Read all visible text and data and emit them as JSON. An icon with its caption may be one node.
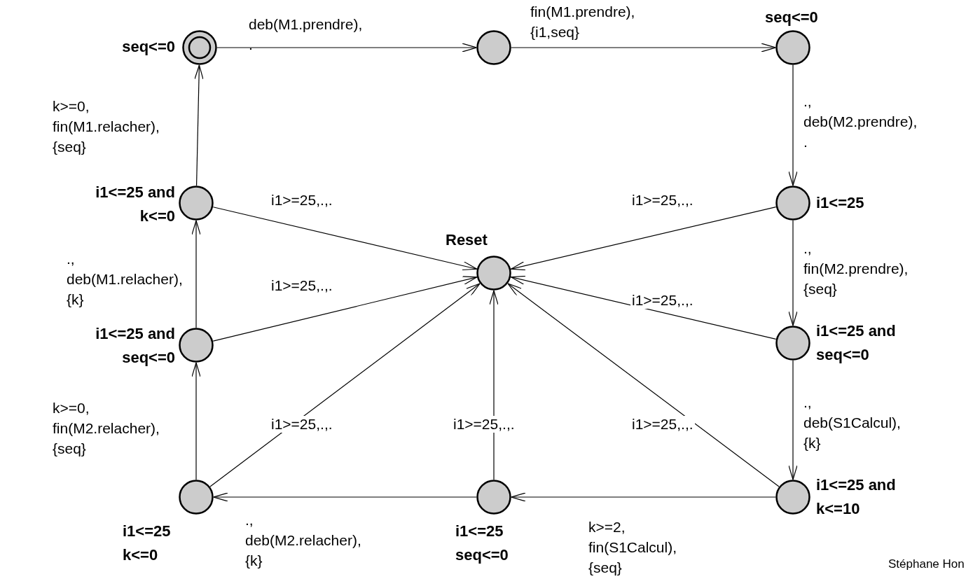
{
  "diagram": {
    "nodes": [
      {
        "text": [],
        "shape": "circle",
        "beside": [
          "seq<=0"
        ]
      },
      {
        "text": [],
        "shape": "circle"
      },
      {
        "text": [],
        "shape": "circle",
        "beside": [
          "seq<=0"
        ]
      },
      {
        "text": [],
        "shape": "circle",
        "beside": [
          "i1<=25"
        ]
      },
      {
        "text": [],
        "shape": "circle",
        "beside": [
          "i1<=25 and seq<=0"
        ]
      },
      {
        "text": [],
        "shape": "circle",
        "beside": [
          "i1<=25 and k<=10"
        ]
      },
      {
        "text": [],
        "shape": "circle",
        "beside": [
          "i1<=25 seq<=0"
        ]
      },
      {
        "text": [],
        "shape": "circle",
        "beside": [
          "i1<=25 k<=0"
        ]
      },
      {
        "text": [],
        "shape": "circle",
        "beside": [
          "i1<=25 and seq<=0"
        ]
      },
      {
        "text": [],
        "shape": "circle",
        "beside": [
          "i1<=25 and k<=0"
        ]
      },
      {
        "text": [
          "Reset"
        ]
      }
    ],
    "edges": [
      {
        "from": 0,
        "to": 1,
        "arrow": "to",
        "label": "deb(M1.prendre), ."
      },
      {
        "from": 1,
        "to": 2,
        "arrow": "to",
        "label": "fin(M1.prendre), {i1,seq}"
      },
      {
        "from": 2,
        "to": 3,
        "arrow": "to",
        "label": "., deb(M2.prendre), ."
      },
      {
        "from": 3,
        "to": 4,
        "arrow": "to",
        "label": "., fin(M2.prendre), {seq}"
      },
      {
        "from": 4,
        "to": 5,
        "arrow": "to",
        "label": "., deb(S1Calcul), {k}"
      },
      {
        "from": 5,
        "to": 6,
        "arrow": "to",
        "label": "k>=2, fin(S1Calcul), {seq}"
      },
      {
        "from": 6,
        "to": 7,
        "arrow": "to",
        "label": "., deb(M2.relacher), {k}"
      },
      {
        "from": 7,
        "to": 8,
        "arrow": "to",
        "label": "k>=0, fin(M2.relacher), {seq}"
      },
      {
        "from": 8,
        "to": 9,
        "arrow": "to",
        "label": "., deb(M1.relacher), {k}"
      },
      {
        "from": 9,
        "to": 0,
        "arrow": "to",
        "label": "k>=0, fin(M1.relacher), {seq}"
      },
      {
        "from": 9,
        "to": 10,
        "arrow": "to",
        "label": "i1>=25,.,."
      },
      {
        "from": 3,
        "to": 10,
        "arrow": "to",
        "label": "i1>=25,.,."
      },
      {
        "from": 8,
        "to": 10,
        "arrow": "to",
        "label": "i1>=25,.,."
      },
      {
        "from": 4,
        "to": 10,
        "arrow": "to",
        "label": "i1>=25,.,."
      },
      {
        "from": 7,
        "to": 10,
        "arrow": "to",
        "label": "i1>=25,.,."
      },
      {
        "from": 6,
        "to": 10,
        "arrow": "to",
        "label": "i1>=25,.,."
      },
      {
        "from": 5,
        "to": 10,
        "arrow": "to",
        "label": "i1>=25,.,."
      }
    ],
    "labels": [
      "Stéphane Hon"
    ]
  }
}
